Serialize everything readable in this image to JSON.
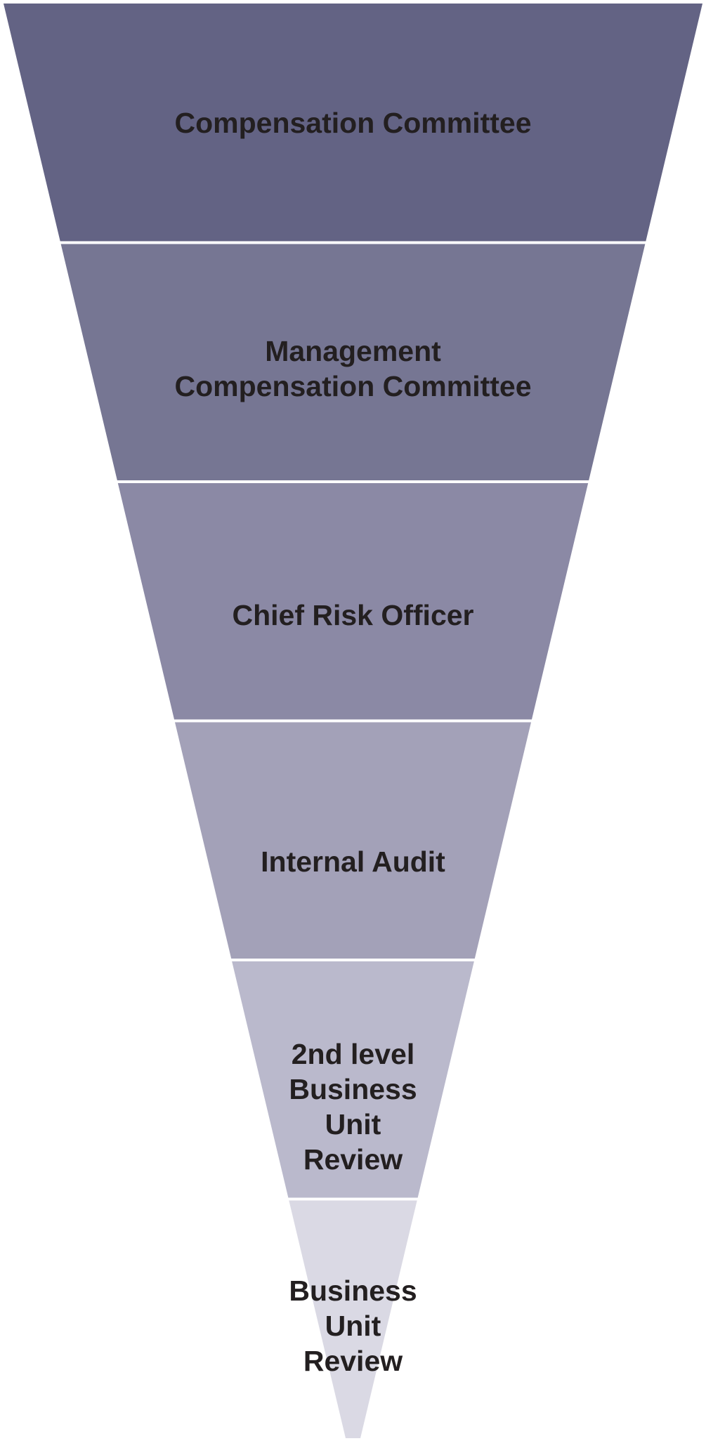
{
  "diagram": {
    "type": "inverted-funnel",
    "levels": [
      {
        "lines": [
          "Compensation Committee"
        ],
        "color": "#636384"
      },
      {
        "lines": [
          "Management",
          "Compensation Committee"
        ],
        "color": "#767693"
      },
      {
        "lines": [
          "Chief Risk Officer"
        ],
        "color": "#8b89a5"
      },
      {
        "lines": [
          "Internal Audit"
        ],
        "color": "#a3a1b8"
      },
      {
        "lines": [
          "2nd level",
          "Business",
          "Unit",
          "Review"
        ],
        "color": "#bab9cc"
      },
      {
        "lines": [
          "Business",
          "Unit",
          "Review"
        ],
        "color": "#dad9e4"
      }
    ]
  }
}
